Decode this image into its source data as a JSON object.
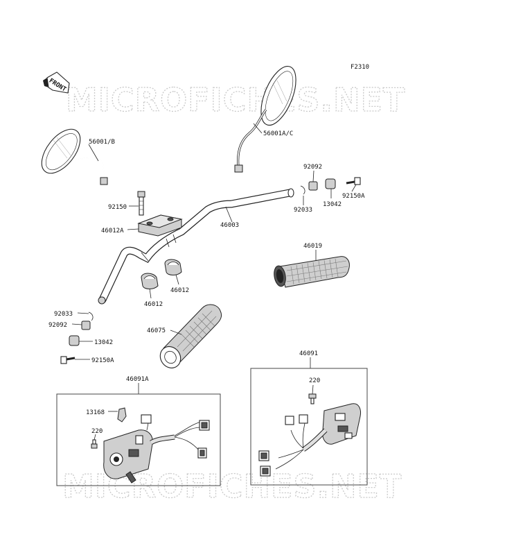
{
  "figure_code": "F2310",
  "front_arrow": {
    "label": "FRONT"
  },
  "watermarks": [
    "MICROFICHES.NET",
    "MICROFICHES.NET"
  ],
  "parts": [
    {
      "id": "p-56001-b",
      "label": "56001/B"
    },
    {
      "id": "p-56001-ac",
      "label": "56001A/C"
    },
    {
      "id": "p-92092-r",
      "label": "92092"
    },
    {
      "id": "p-92033-r",
      "label": "92033"
    },
    {
      "id": "p-13042-r",
      "label": "13042"
    },
    {
      "id": "p-92150a-r",
      "label": "92150A"
    },
    {
      "id": "p-92150",
      "label": "92150"
    },
    {
      "id": "p-46012a",
      "label": "46012A"
    },
    {
      "id": "p-46003",
      "label": "46003"
    },
    {
      "id": "p-46019",
      "label": "46019"
    },
    {
      "id": "p-46012-a",
      "label": "46012"
    },
    {
      "id": "p-46012-b",
      "label": "46012"
    },
    {
      "id": "p-92033-l",
      "label": "92033"
    },
    {
      "id": "p-92092-l",
      "label": "92092"
    },
    {
      "id": "p-13042-l",
      "label": "13042"
    },
    {
      "id": "p-46075",
      "label": "46075"
    },
    {
      "id": "p-92150a-l",
      "label": "92150A"
    },
    {
      "id": "p-46091a",
      "label": "46091A"
    },
    {
      "id": "p-13168",
      "label": "13168"
    },
    {
      "id": "p-220-l",
      "label": "220"
    },
    {
      "id": "p-46091",
      "label": "46091"
    },
    {
      "id": "p-220-r",
      "label": "220"
    }
  ]
}
